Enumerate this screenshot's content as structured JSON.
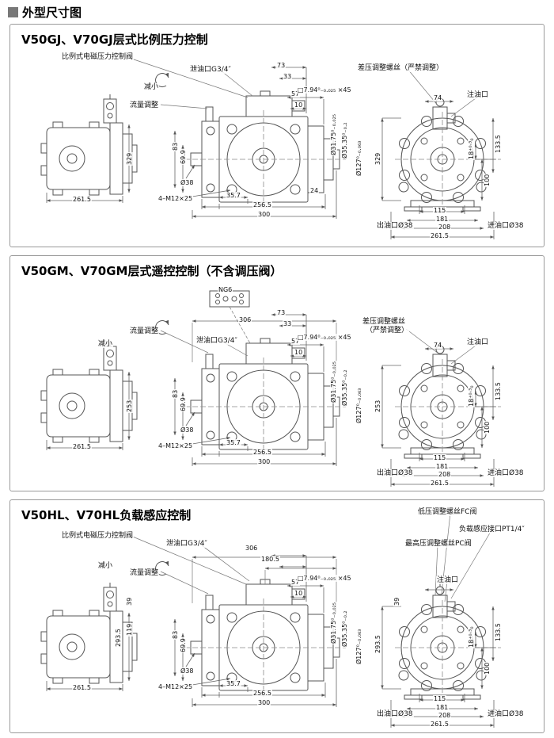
{
  "header": {
    "title": "外型尺寸图"
  },
  "panels": [
    {
      "title": "V50GJ、V70GJ层式比例压力控制",
      "callouts": {
        "prop_valve": "比例式电磁压力控制阀",
        "drain": "泄油口G3/4″",
        "decrease": "减小",
        "flow": "流量调整",
        "diff_screw": "差压调整螺丝（严禁调整）",
        "oil_fill": "注油口",
        "outlet": "出油口Ø38",
        "inlet": "进油口Ø38"
      },
      "dims": {
        "side_height": "329",
        "side_width": "261.5",
        "top_a": "73",
        "top_b": "33",
        "top_c": "57",
        "top_d": "10",
        "flange_a": "83",
        "flange_b": "69.9",
        "shaft_dia": "Ø38",
        "bolts": "4–M12×25",
        "bottom_a": "35.7",
        "bottom_b": "256.5",
        "bottom_c": "300",
        "bottom_d": "24",
        "key": "□7.94⁰₋₀.₀₂₅ ×45",
        "shaft_d1": "Ø31.75⁰₋₀.₀₂₅",
        "shaft_d2": "Ø35.35⁰₋₀.₂",
        "pilot_dia": "Ø127⁰₋₀.₀₆₃",
        "rear_height": "329",
        "rear_top": "74",
        "rear_r1": "18⁺⁰·³₀",
        "rear_r2": "133.5",
        "rear_r3": "100",
        "rear_b1": "115",
        "rear_b2": "181",
        "rear_b3": "208",
        "rear_b4": "261.5"
      }
    },
    {
      "title": "V50GM、V70GM层式遥控控制（不含调压阀）",
      "callouts": {
        "ng6": "NG6",
        "drain": "泄油口G3/4″",
        "decrease": "减小",
        "flow": "流量调整",
        "diff_l1": "差压调整螺丝",
        "diff_l2": "（严禁调整）",
        "oil_fill": "注油口",
        "outlet": "出油口Ø38",
        "inlet": "进油口Ø38"
      },
      "dims": {
        "top_w": "306",
        "side_height": "253",
        "side_width": "261.5",
        "top_a": "73",
        "top_b": "33",
        "top_c": "57",
        "top_d": "10",
        "flange_a": "83",
        "flange_b": "69.9",
        "shaft_dia": "Ø38",
        "bolts": "4–M12×25",
        "bottom_a": "35.7",
        "bottom_b": "256.5",
        "bottom_c": "300",
        "key": "□7.94⁰₋₀.₀₂₅ ×45",
        "shaft_d1": "Ø31.75⁰₋₀.₀₂₅",
        "shaft_d2": "Ø35.35⁰₋₀.₂",
        "pilot_dia": "Ø127⁰₋₀.₀₆₃",
        "rear_height": "253",
        "rear_top": "74",
        "rear_r1": "18⁺⁰·³₀",
        "rear_r2": "133.5",
        "rear_r3": "100",
        "rear_b1": "115",
        "rear_b2": "181",
        "rear_b3": "208",
        "rear_b4": "261.5"
      }
    },
    {
      "title": "V50HL、V70HL负载感应控制",
      "callouts": {
        "prop_valve": "比例式电磁压力控制阀",
        "drain": "泄油口G3/4″",
        "decrease": "减小",
        "flow": "流量调整",
        "fc": "低压调整螺丝FC阀",
        "pc": "最高压调整螺丝PC阀",
        "load_sense": "负载感应接口PT1/4″",
        "oil_fill": "注油口",
        "outlet": "出油口Ø38",
        "inlet": "进油口Ø38"
      },
      "dims": {
        "top_w": "306",
        "top_w2": "180.5",
        "top_c": "57",
        "top_d": "10",
        "left_a": "39",
        "left_b": "119",
        "left_c": "293.5",
        "side_width": "261.5",
        "flange_a": "83",
        "flange_b": "69.9",
        "shaft_dia": "Ø38",
        "bolts": "4–M12×25",
        "bottom_a": "35.7",
        "bottom_b": "256.5",
        "bottom_c": "300",
        "key": "□7.94⁰₋₀.₀₂₅ ×45",
        "shaft_d1": "Ø31.75⁰₋₀.₀₂₅",
        "shaft_d2": "Ø35.35⁰₋₀.₂",
        "pilot_dia": "Ø127⁰₋₀.₀₆₃",
        "rear_39": "39",
        "rear_height": "293.5",
        "rear_r1": "18⁺⁰·³₀",
        "rear_r2": "133.5",
        "rear_r3": "100",
        "rear_b1": "115",
        "rear_b2": "181",
        "rear_b3": "208",
        "rear_b4": "261.5"
      }
    }
  ]
}
